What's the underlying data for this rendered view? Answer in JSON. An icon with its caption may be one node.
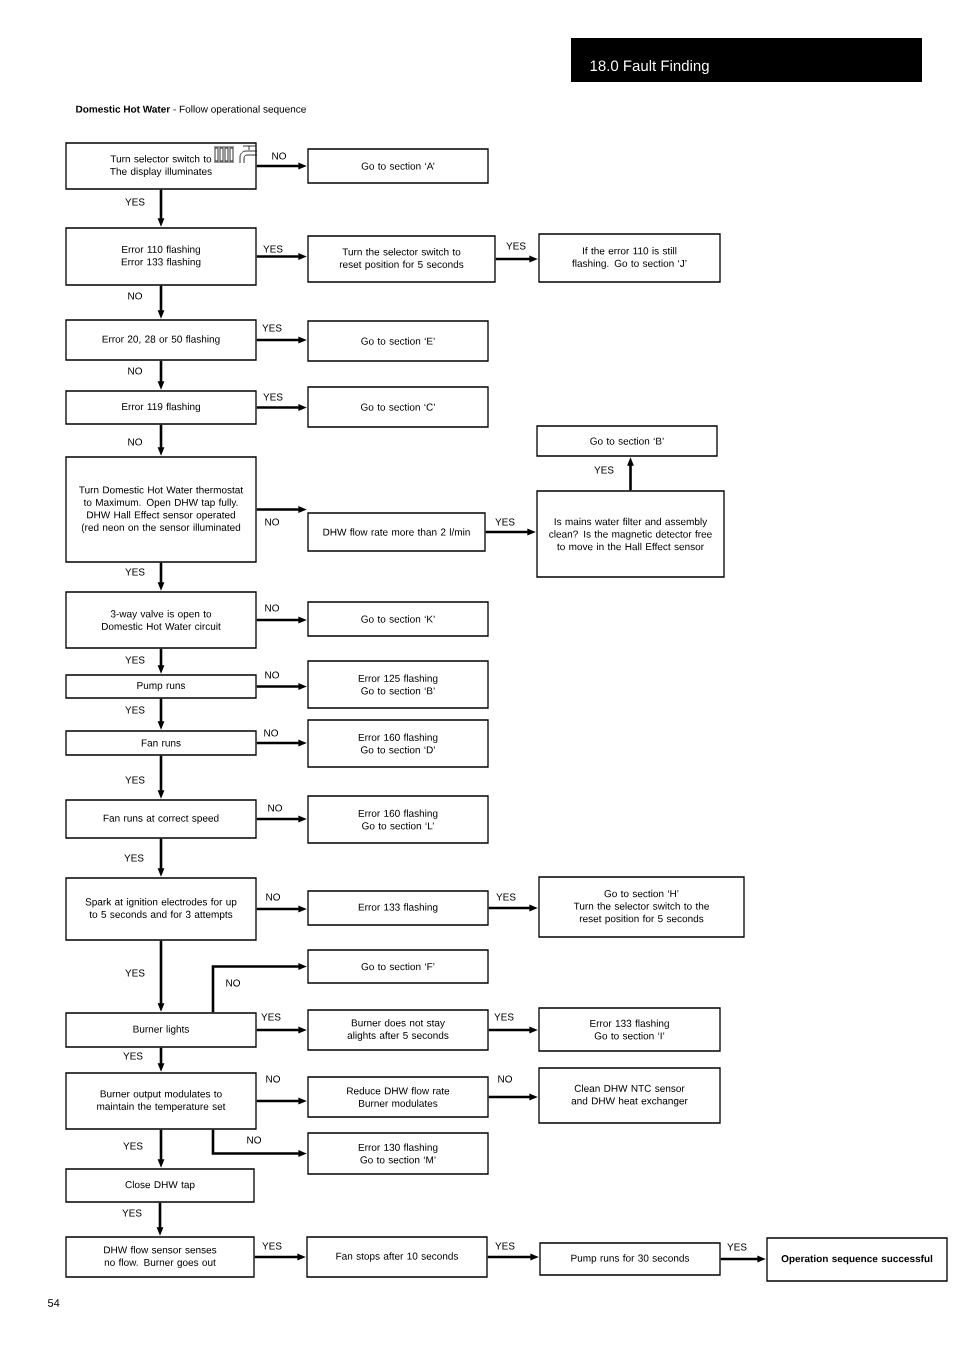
{
  "diagram": {
    "title": "18.0 Fault Finding",
    "nodes": [
      {
        "text": [
          "Turn selector switch to",
          "The display illuminates"
        ]
      },
      {
        "text": [
          "Go to section ‘A’"
        ]
      },
      {
        "text": [
          "Error 110 flashing",
          "Error 133 flashing"
        ]
      },
      {
        "text": [
          "Turn the selector switch to reset position for 5 seconds"
        ]
      },
      {
        "text": [
          "If the error 110 is still flashing. Go to section ‘J’"
        ]
      },
      {
        "text": [
          "Error 20, 28 or 50 flashing"
        ]
      },
      {
        "text": [
          "Go to section ‘E’"
        ]
      },
      {
        "text": [
          "Error 119 flashing"
        ]
      },
      {
        "text": [
          "Go to section ‘C’"
        ]
      },
      {
        "text": [
          "Go to section ‘B’"
        ]
      },
      {
        "text": [
          "Turn Domestic Hot Water thermostat to Maximum. Open DHW tap fully. DHW Hall Effect sensor operated (red neon on the sensor illuminated"
        ]
      },
      {
        "text": [
          "DHW flow rate more than 2 l/min"
        ]
      },
      {
        "text": [
          "Is mains water filter and assembly clean? Is the magnetic detector free to move in the Hall Effect sensor"
        ]
      },
      {
        "text": [
          "3-way valve is open to Domestic Hot Water circuit"
        ]
      },
      {
        "text": [
          "Go to section ‘K’"
        ]
      },
      {
        "text": [
          "Pump runs"
        ]
      },
      {
        "text": [
          "Error 125 flashing",
          "Go to section ‘B’"
        ]
      },
      {
        "text": [
          "Fan runs"
        ]
      },
      {
        "text": [
          "Error 160 flashing",
          "Go to section ‘D’"
        ]
      },
      {
        "text": [
          "Fan runs at correct speed"
        ]
      },
      {
        "text": [
          "Error 160 flashing",
          "Go to section ‘L’"
        ]
      },
      {
        "text": [
          "Spark at ignition electrodes for up to 5 seconds and for 3 attempts"
        ]
      },
      {
        "text": [
          "Error 133 flashing"
        ]
      },
      {
        "text": [
          "Go to section ‘H’",
          "Turn the selector switch to the reset position for 5 seconds"
        ]
      },
      {
        "text": [
          "Go to section ‘F’"
        ]
      },
      {
        "text": [
          "Burner lights"
        ]
      },
      {
        "text": [
          "Burner does not stay alights after 5 seconds"
        ]
      },
      {
        "text": [
          "Error 133 flashing",
          "Go to section ‘I’"
        ]
      },
      {
        "text": [
          "Burner output modulates to maintain the temperature set"
        ]
      },
      {
        "text": [
          "Reduce DHW flow rate",
          "Burner modulates"
        ]
      },
      {
        "text": [
          "Clean DHW NTC sensor and DHW heat exchanger"
        ]
      },
      {
        "text": [
          "Error 130 flashing",
          "Go to section ‘M’"
        ]
      },
      {
        "text": [
          "Close DHW tap"
        ]
      },
      {
        "text": [
          "DHW flow sensor senses no flow. Burner goes out"
        ]
      },
      {
        "text": [
          "Fan stops after 10 seconds"
        ]
      },
      {
        "text": [
          "Pump runs for 30 seconds"
        ]
      },
      {
        "text": [
          "Operation sequence successful"
        ]
      }
    ],
    "edges": [
      {
        "from": 0,
        "to": 1,
        "arrow": "to",
        "label": "NO"
      },
      {
        "from": 0,
        "to": 2,
        "arrow": "to",
        "label": "YES"
      },
      {
        "from": 2,
        "to": 3,
        "arrow": "to",
        "label": "YES"
      },
      {
        "from": 3,
        "to": 4,
        "arrow": "to",
        "label": "YES"
      },
      {
        "from": 2,
        "to": 5,
        "arrow": "to",
        "label": "NO"
      },
      {
        "from": 5,
        "to": 6,
        "arrow": "to",
        "label": "YES"
      },
      {
        "from": 5,
        "to": 7,
        "arrow": "to",
        "label": "NO"
      },
      {
        "from": 7,
        "to": 8,
        "arrow": "to",
        "label": "YES"
      },
      {
        "from": 7,
        "to": 10,
        "arrow": "to",
        "label": "NO"
      },
      {
        "from": 10,
        "to": 11,
        "arrow": "to",
        "label": "NO"
      },
      {
        "from": 11,
        "to": 12,
        "arrow": "to",
        "label": "YES"
      },
      {
        "from": 12,
        "to": 9,
        "arrow": "to",
        "label": "YES"
      },
      {
        "from": 10,
        "to": 13,
        "arrow": "to",
        "label": "YES"
      },
      {
        "from": 13,
        "to": 14,
        "arrow": "to",
        "label": "NO"
      },
      {
        "from": 13,
        "to": 15,
        "arrow": "to",
        "label": "YES"
      },
      {
        "from": 15,
        "to": 16,
        "arrow": "to",
        "label": "NO"
      },
      {
        "from": 15,
        "to": 17,
        "arrow": "to",
        "label": "YES"
      },
      {
        "from": 17,
        "to": 18,
        "arrow": "to",
        "label": "NO"
      },
      {
        "from": 17,
        "to": 19,
        "arrow": "to",
        "label": "YES"
      },
      {
        "from": 19,
        "to": 20,
        "arrow": "to",
        "label": "NO"
      },
      {
        "from": 19,
        "to": 21,
        "arrow": "to",
        "label": "YES"
      },
      {
        "from": 21,
        "to": 22,
        "arrow": "to",
        "label": "NO"
      },
      {
        "from": 22,
        "to": 23,
        "arrow": "to",
        "label": "YES"
      },
      {
        "from": 21,
        "to": 25,
        "arrow": "to",
        "label": "YES"
      },
      {
        "from": 25,
        "to": 24,
        "arrow": "to",
        "label": "NO"
      },
      {
        "from": 25,
        "to": 26,
        "arrow": "to",
        "label": "YES"
      },
      {
        "from": 26,
        "to": 27,
        "arrow": "to",
        "label": "YES"
      },
      {
        "from": 25,
        "to": 28,
        "arrow": "to",
        "label": "YES"
      },
      {
        "from": 28,
        "to": 29,
        "arrow": "to",
        "label": "NO"
      },
      {
        "from": 29,
        "to": 30,
        "arrow": "to",
        "label": "NO"
      },
      {
        "from": 28,
        "to": 31,
        "arrow": "to",
        "label": "NO"
      },
      {
        "from": 28,
        "to": 32,
        "arrow": "to",
        "label": "YES"
      },
      {
        "from": 32,
        "to": 33,
        "arrow": "to",
        "label": "YES"
      },
      {
        "from": 33,
        "to": 34,
        "arrow": "to",
        "label": "YES"
      },
      {
        "from": 34,
        "to": 35,
        "arrow": "to",
        "label": "YES"
      },
      {
        "from": 35,
        "to": 36,
        "arrow": "to",
        "label": "YES"
      }
    ],
    "labels": [
      "**Domestic Hot Water** - Follow operational sequence",
      "54"
    ]
  }
}
